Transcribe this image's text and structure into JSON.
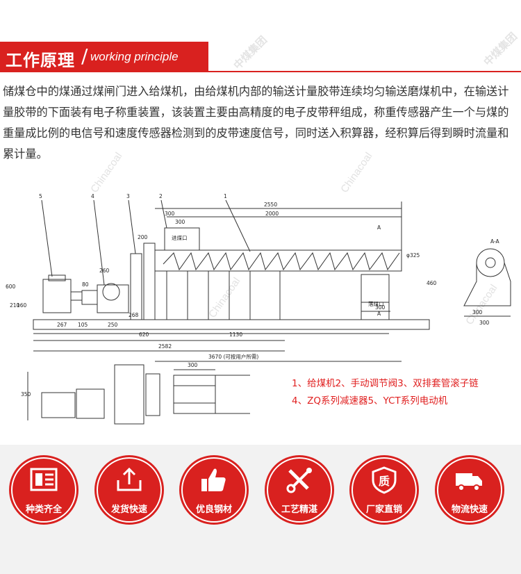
{
  "header": {
    "title_cn": "工作原理",
    "divider": "/",
    "title_en": "working principle"
  },
  "intro_text": "储煤仓中的煤通过煤闸门进入给煤机，由给煤机内部的输送计量胶带连续均匀输送磨煤机中，在输送计量胶带的下面装有电子称重装置，该装置主要由高精度的电子皮带秤组成，称重传感器产生一个与煤的重量成比例的电信号和速度传感器检测到的皮带速度信号，同时送入积算器，经积算后得到瞬时流量和累计量。",
  "watermarks": {
    "en": "Chinacoal",
    "cn": "中煤集团"
  },
  "drawing": {
    "callouts": [
      "5",
      "4",
      "3",
      "2",
      "1"
    ],
    "dims_top": [
      "2550",
      "2000",
      "300",
      "300",
      "200",
      "260",
      "80"
    ],
    "dims_bottom": [
      "267",
      "105",
      "250",
      "268",
      "620",
      "1130",
      "2582",
      "3670 (可按用户所需)"
    ],
    "dims_side": [
      "600",
      "210",
      "160",
      "460",
      "φ325"
    ],
    "section_label": "A-A",
    "section_dims": [
      "300",
      "300"
    ],
    "inlet_label": "进煤口",
    "outlet_label": "落煤口",
    "marker_a": "A",
    "plan_dims": [
      "300",
      "350"
    ]
  },
  "legend": {
    "line1": "1、给煤机2、手动调节阀3、双排套管滚子链",
    "line2": "4、ZQ系列减速器5、YCT系列电动机"
  },
  "features": [
    {
      "label": "种类齐全",
      "icon": "document-grid-icon"
    },
    {
      "label": "发货快速",
      "icon": "upload-tray-icon"
    },
    {
      "label": "优良钢材",
      "icon": "thumbs-up-icon"
    },
    {
      "label": "工艺精湛",
      "icon": "wrench-screwdriver-icon"
    },
    {
      "label": "厂家直销",
      "icon": "quality-shield-icon",
      "badge": "质"
    },
    {
      "label": "物流快速",
      "icon": "delivery-truck-icon"
    }
  ],
  "colors": {
    "accent": "#d9211f",
    "legend": "#e02020",
    "band": "#f2f2f2"
  }
}
